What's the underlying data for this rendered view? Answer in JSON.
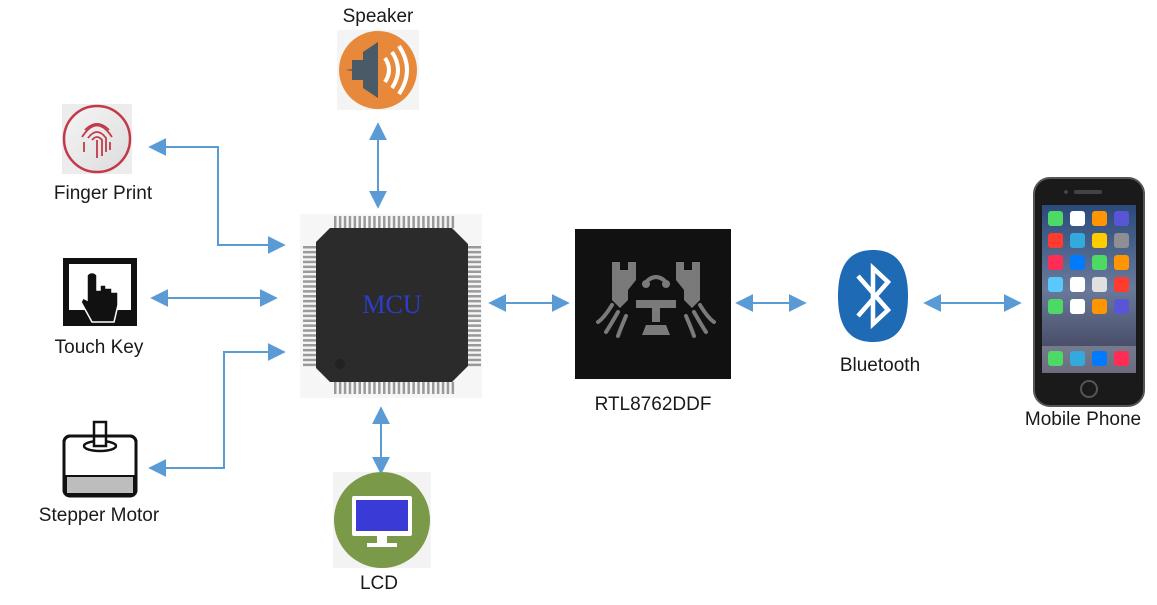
{
  "nodes": {
    "speaker": {
      "label": "Speaker"
    },
    "fingerprint": {
      "label": "Finger Print"
    },
    "touchkey": {
      "label": "Touch Key"
    },
    "stepper": {
      "label": "Stepper Motor"
    },
    "mcu": {
      "label": "MCU"
    },
    "lcd": {
      "label": "LCD"
    },
    "rtl": {
      "label": "RTL8762DDF"
    },
    "bluetooth": {
      "label": "Bluetooth"
    },
    "phone": {
      "label": "Mobile Phone"
    }
  },
  "colors": {
    "arrow": "#5b9bd5",
    "mcu_text": "#2e3dc8",
    "speaker_bg": "#e8883a",
    "lcd_bg": "#7a9a4a",
    "bluetooth": "#1e6ab4"
  }
}
